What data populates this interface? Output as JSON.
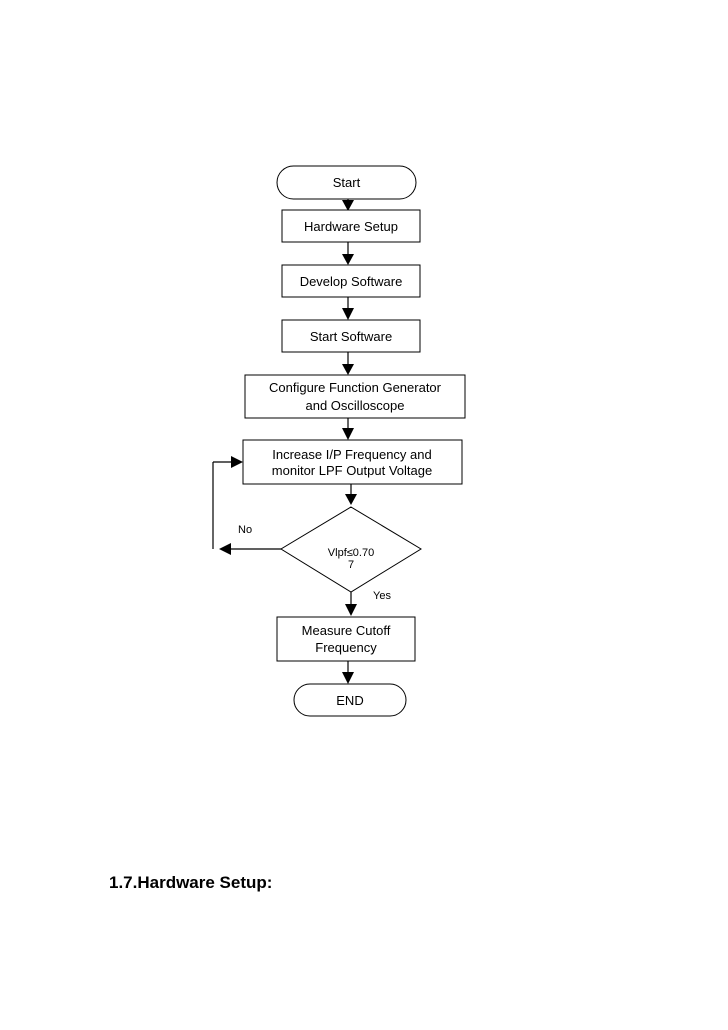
{
  "flowchart": {
    "start": "Start",
    "hardware_setup": "Hardware Setup",
    "develop_software": "Develop Software",
    "start_software": "Start Software",
    "configure": [
      "Configure Function Generator",
      "and Oscilloscope"
    ],
    "increase": [
      "Increase I/P Frequency and",
      "monitor LPF Output Voltage"
    ],
    "decision": [
      "Vlpf≤0.70",
      "7"
    ],
    "no_label": "No",
    "yes_label": "Yes",
    "measure": [
      "Measure  Cutoff",
      "Frequency"
    ],
    "end": "END"
  },
  "section": {
    "heading": "1.7.Hardware Setup:"
  }
}
